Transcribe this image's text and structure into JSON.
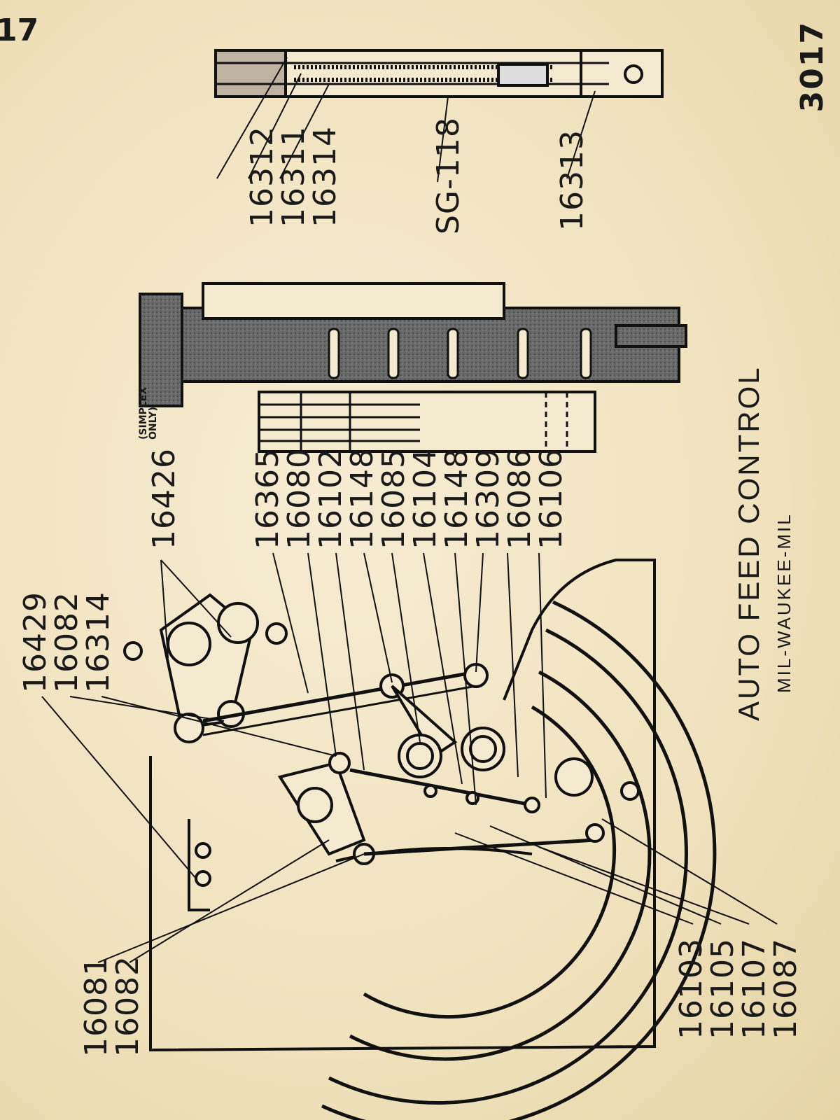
{
  "page": {
    "left_number": "17",
    "right_number": "3017"
  },
  "title": {
    "main": "AUTO FEED CONTROL",
    "sub": "MIL-WAUKEE-MIL"
  },
  "labels": {
    "top_right_group": [
      "16312",
      "16311",
      "16314"
    ],
    "sg": "SG-118",
    "part_16313": "16313",
    "top_left_group": [
      "16429",
      "16082",
      "16314"
    ],
    "part_16426": "16426",
    "simplex_note": [
      "(SIMPLEX",
      "ONLY)"
    ],
    "middle_group": [
      "16365",
      "16080",
      "16102",
      "16148",
      "16085",
      "16104",
      "16148",
      "16309",
      "16086",
      "16106"
    ],
    "bottom_left_group": [
      "16081",
      "16082"
    ],
    "bottom_right_group": [
      "16103",
      "16105",
      "16107",
      "16087"
    ]
  }
}
